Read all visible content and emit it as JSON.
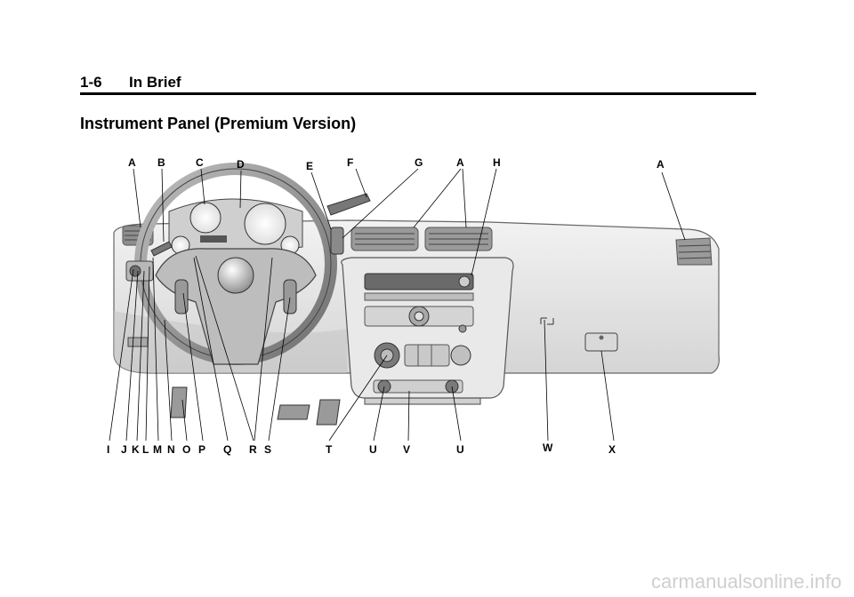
{
  "header": {
    "page_number": "1-6",
    "section": "In Brief"
  },
  "title": "Instrument Panel (Premium Version)",
  "callouts": {
    "top": [
      "A",
      "B",
      "C",
      "D",
      "E",
      "F",
      "G",
      "A",
      "H",
      "A"
    ],
    "bottom": [
      "I",
      "J",
      "K",
      "L",
      "M",
      "N",
      "O",
      "P",
      "Q",
      "R",
      "S",
      "T",
      "U",
      "V",
      "U",
      "W",
      "X"
    ]
  },
  "watermark": "carmanualsonline.info"
}
